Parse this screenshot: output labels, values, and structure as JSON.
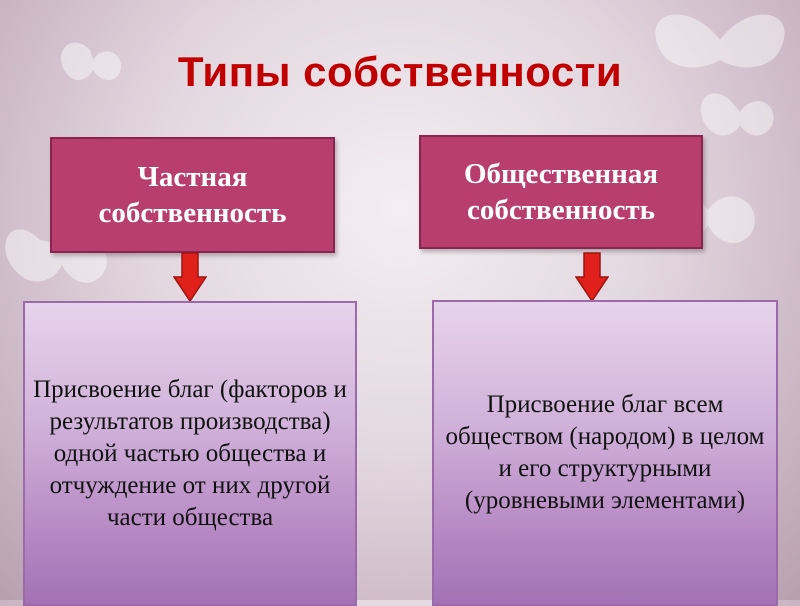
{
  "title": "Типы собственности",
  "columns": [
    {
      "heading": "Частная собственность",
      "description": "Присвоение благ (факторов и результатов производства) одной частью общества и отчуждение от них другой части общества"
    },
    {
      "heading": "Общественная собственность",
      "description": "Присвоение благ всем обществом (народом) в целом и его структурными (уровневыми элементами)"
    }
  ],
  "colors": {
    "title": "#c00000",
    "heading_fill": "#b83e6e",
    "description_fill": "#c9a3d4",
    "arrow": "#e0201a"
  }
}
